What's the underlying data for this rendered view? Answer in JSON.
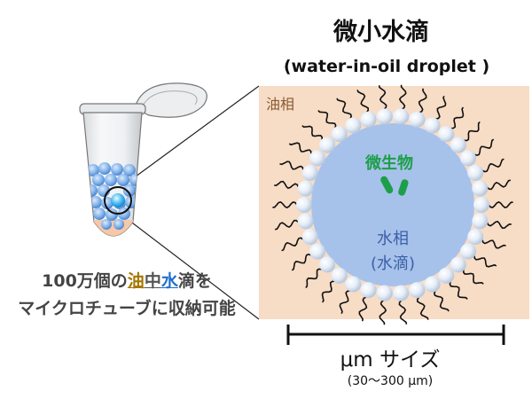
{
  "title": "微小水滴",
  "subtitle": "(water-in-oil droplet )",
  "oil_phase_label": "油相",
  "microbe_label": "微生物",
  "water_phase_label": "水相",
  "water_phase_sub": "(水滴)",
  "caption_line1": {
    "prefix": "100万個の",
    "oil": "油",
    "middle": "中",
    "water": "水",
    "suffix": "滴を"
  },
  "caption_line2": "マイクロチューブに収納可能",
  "size_label": "μm サイズ",
  "size_range": "(30〜300 μm)",
  "colors": {
    "oil_phase_bg": "#f7dcc6",
    "water_droplet": "#a7c2ea",
    "microbe": "#1e9e4a",
    "oil_keyword": "#a57600",
    "water_keyword": "#1f6fd0"
  },
  "icons": [
    "micro-tube-icon",
    "microbe-icon",
    "size-scale-bar"
  ]
}
